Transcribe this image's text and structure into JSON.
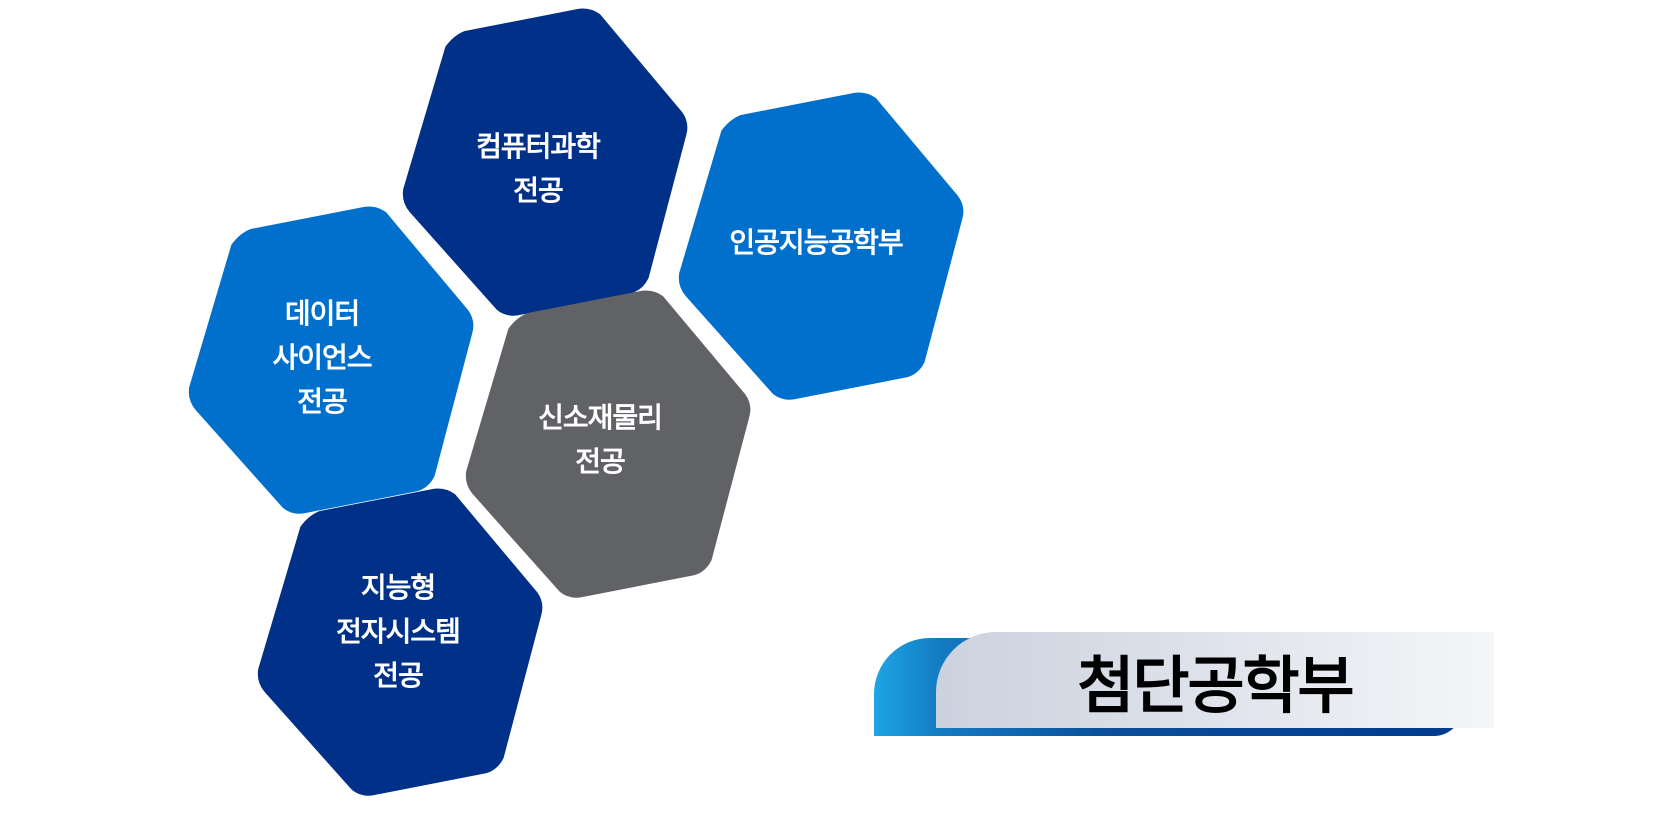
{
  "colors": {
    "dark_blue": "#003087",
    "medium_blue": "#0070cc",
    "gray": "#616266",
    "banner_gradient_start": "#1ea5e6",
    "banner_gradient_end": "#003a8c",
    "banner_face": "#dde1ea",
    "text_white": "#ffffff",
    "text_black": "#000000"
  },
  "hexagons": [
    {
      "id": "computer-science",
      "label": "컴퓨터과학\n전공",
      "color": "#003087"
    },
    {
      "id": "artificial-intelligence",
      "label": "인공지능공학부",
      "color": "#0070cc"
    },
    {
      "id": "data-science",
      "label": "데이터\n사이언스\n전공",
      "color": "#0070cc"
    },
    {
      "id": "new-materials-physics",
      "label": "신소재물리\n전공",
      "color": "#616266"
    },
    {
      "id": "intelligent-electronic-systems",
      "label": "지능형\n전자시스템\n전공",
      "color": "#003087"
    }
  ],
  "banner": {
    "title": "첨단공학부"
  }
}
